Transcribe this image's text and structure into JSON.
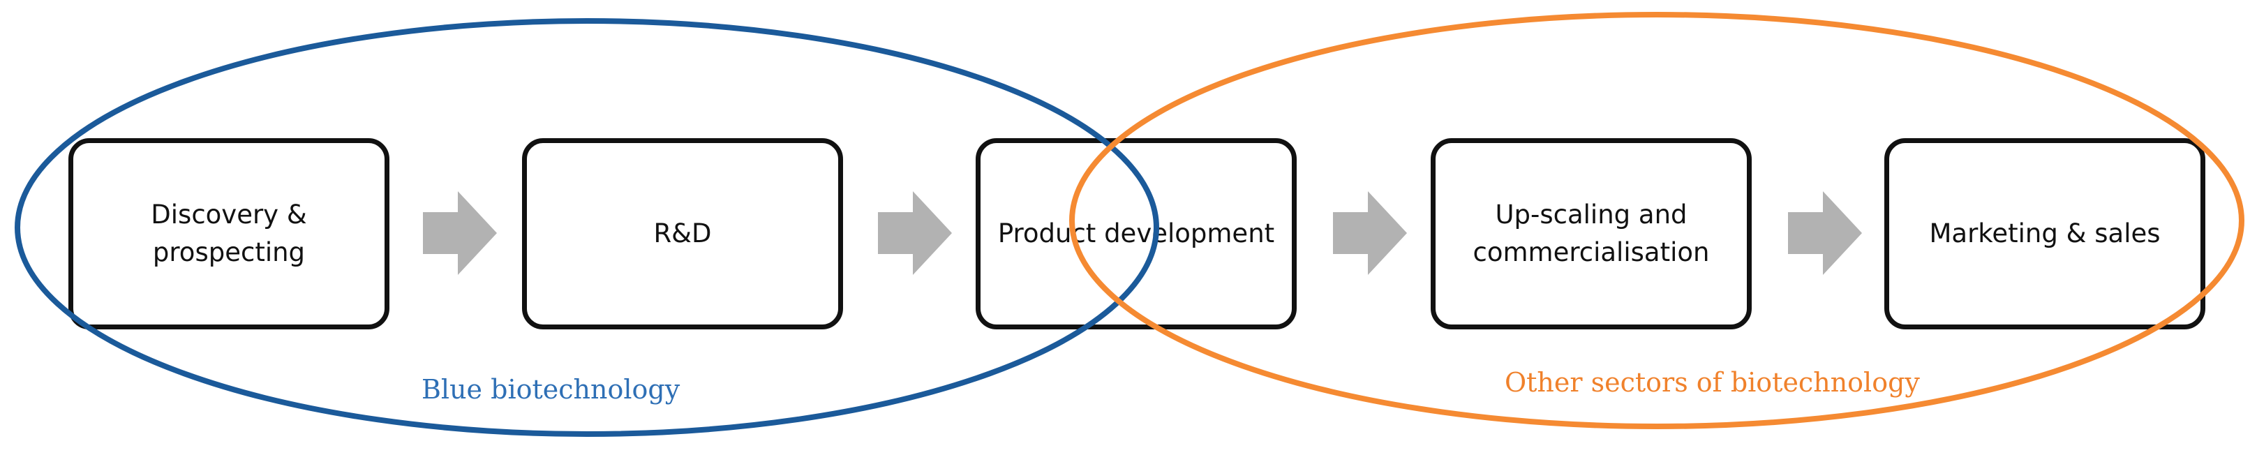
{
  "boxes": [
    {
      "label": "Discovery &\nprospecting"
    },
    {
      "label": "R&D"
    },
    {
      "label": "Product development"
    },
    {
      "label": "Up-scaling and\ncommercialisation"
    },
    {
      "label": "Marketing & sales"
    }
  ],
  "groups": {
    "blue": {
      "label": "Blue biotechnology",
      "color": "#1b5a9a"
    },
    "orange": {
      "label": "Other sectors of biotechnology",
      "color": "#f58a32"
    }
  },
  "arrow_color": "#b2b2b2"
}
